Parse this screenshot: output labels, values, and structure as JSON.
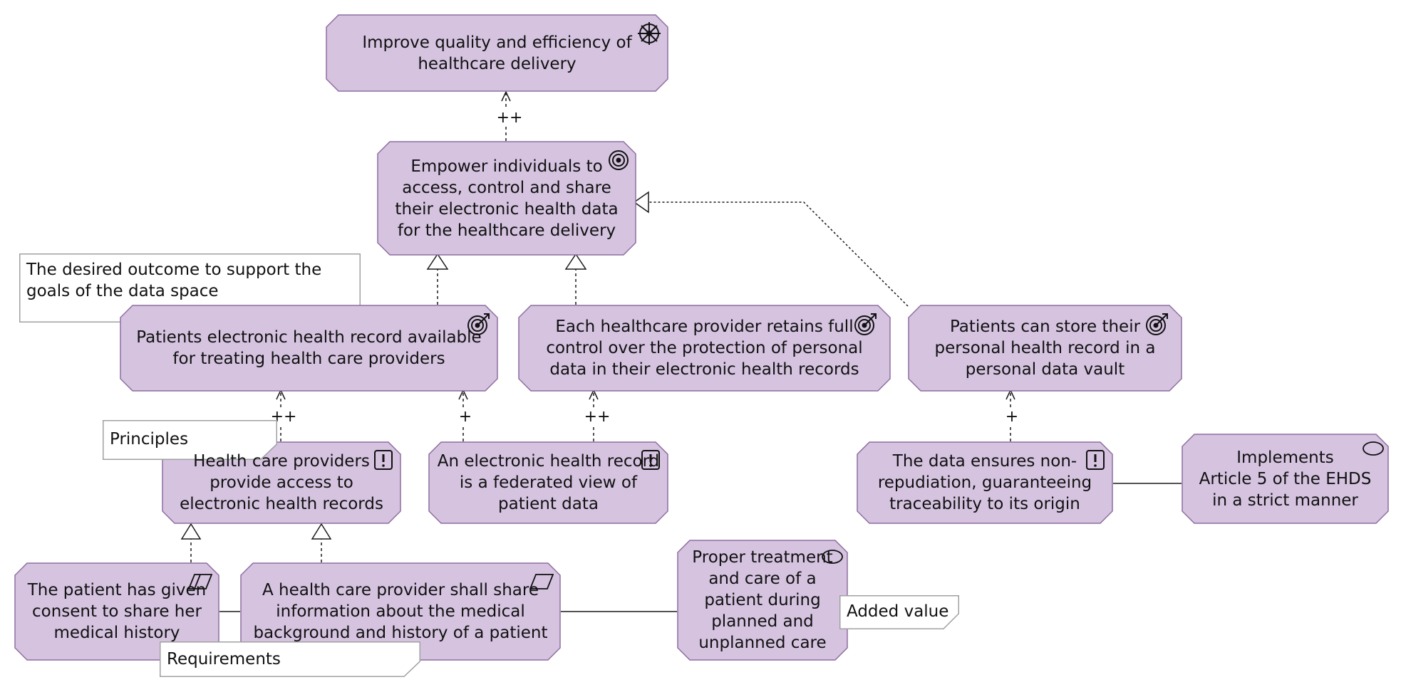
{
  "colors": {
    "element_fill": "#d5c3e0",
    "element_stroke": "#8e6ea0",
    "note_fill": "#ffffff",
    "note_stroke": "#a0a0a0",
    "line": "#1a1a1a"
  },
  "elements": {
    "goal_main": {
      "label": "Improve quality and efficiency of\nhealthcare delivery",
      "icon": "driver-icon"
    },
    "goal_empower": {
      "label": "Empower individuals to\naccess, control and share\ntheir electronic health data\nfor the healthcare delivery",
      "icon": "goal-icon"
    },
    "outcome_ehr": {
      "label": "Patients electronic health record available\nfor treating health care providers",
      "icon": "outcome-icon"
    },
    "outcome_control": {
      "label": "Each healthcare provider retains full\ncontrol over the protection of personal\ndata in their electronic health records",
      "icon": "outcome-icon"
    },
    "outcome_vault": {
      "label": "Patients can store their\npersonal health record in a\npersonal data vault",
      "icon": "outcome-icon"
    },
    "principle_access": {
      "label": "Health care providers\nprovide access to\nelectronic health records",
      "icon": "principle-icon"
    },
    "principle_federated": {
      "label": "An electronic health record\nis a federated view of\npatient data",
      "icon": "principle-icon"
    },
    "principle_nonrep": {
      "label": "The data ensures non-\nrepudiation, guaranteeing\ntraceability to its origin",
      "icon": "principle-icon"
    },
    "value_article5": {
      "label": "Implements\nArticle 5 of the EHDS\nin a strict manner",
      "icon": "value-icon"
    },
    "req_consent": {
      "label": "The patient has given\nconsent to share her\nmedical history",
      "icon": "requirement-icon"
    },
    "req_share": {
      "label": "A health care provider shall share\ninformation about the medical\nbackground and history of a patient",
      "icon": "requirement-icon"
    },
    "value_treatment": {
      "label": "Proper treatment\nand care of a\npatient during\nplanned and\nunplanned care",
      "icon": "value-icon"
    }
  },
  "notes": {
    "outcome_note": "The desired outcome to support the\ngoals of the data space",
    "principles_note": "Principles",
    "requirements_note": "Requirements",
    "added_value_note": "Added value"
  },
  "relations": {
    "influence_pp": "++",
    "influence_p": "+"
  }
}
